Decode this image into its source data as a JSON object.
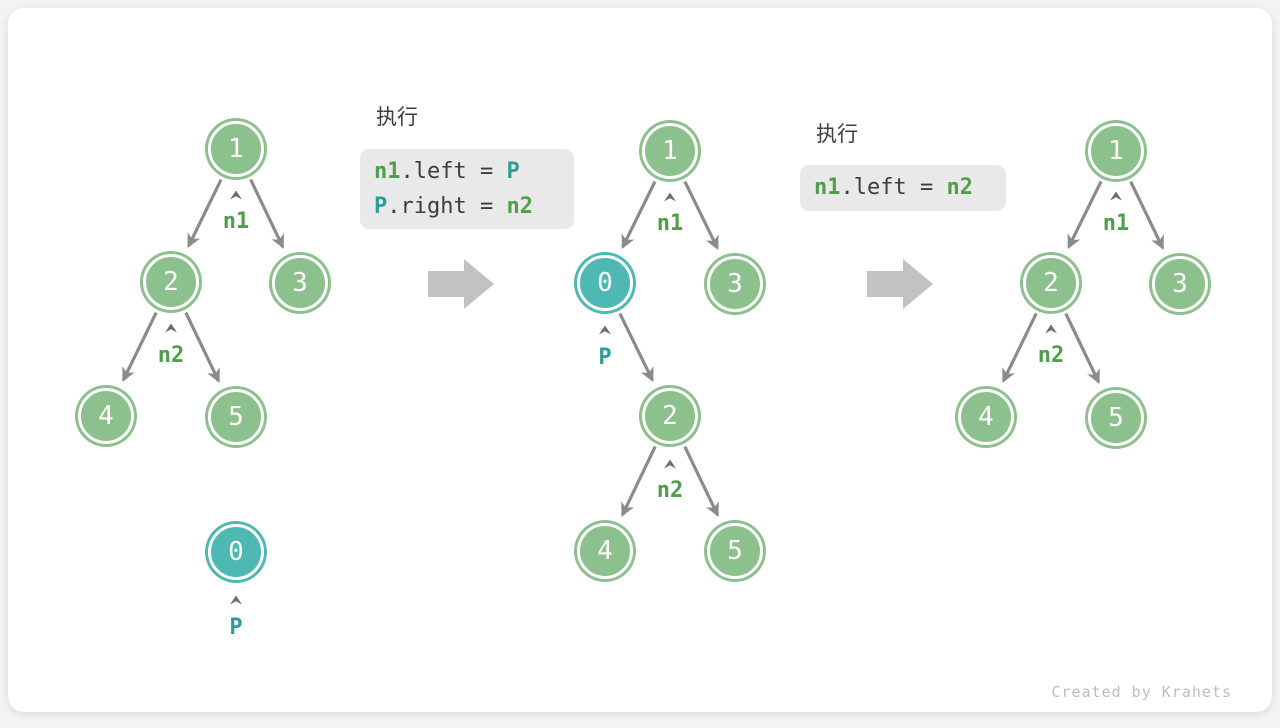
{
  "steps": [
    {
      "title": "执行",
      "code": [
        {
          "tokens": [
            {
              "text": "n1",
              "color": "green"
            },
            {
              "text": ".left = ",
              "color": "plain"
            },
            {
              "text": "P",
              "color": "teal"
            }
          ]
        },
        {
          "tokens": [
            {
              "text": "P",
              "color": "teal"
            },
            {
              "text": ".right = ",
              "color": "plain"
            },
            {
              "text": "n2",
              "color": "green"
            }
          ]
        }
      ]
    },
    {
      "title": "执行",
      "code": [
        {
          "tokens": [
            {
              "text": "n1",
              "color": "green"
            },
            {
              "text": ".left = ",
              "color": "plain"
            },
            {
              "text": "n2",
              "color": "green"
            }
          ]
        }
      ]
    }
  ],
  "trees": [
    {
      "nodes": [
        {
          "v": "1"
        },
        {
          "v": "2"
        },
        {
          "v": "3"
        },
        {
          "v": "4"
        },
        {
          "v": "5"
        },
        {
          "v": "0"
        }
      ],
      "pointers": [
        {
          "t": "n1"
        },
        {
          "t": "n2"
        },
        {
          "t": "P"
        }
      ]
    },
    {
      "nodes": [
        {
          "v": "1"
        },
        {
          "v": "0"
        },
        {
          "v": "3"
        },
        {
          "v": "2"
        },
        {
          "v": "4"
        },
        {
          "v": "5"
        }
      ],
      "pointers": [
        {
          "t": "n1"
        },
        {
          "t": "P"
        },
        {
          "t": "n2"
        }
      ]
    },
    {
      "nodes": [
        {
          "v": "1"
        },
        {
          "v": "2"
        },
        {
          "v": "3"
        },
        {
          "v": "4"
        },
        {
          "v": "5"
        }
      ],
      "pointers": [
        {
          "t": "n1"
        },
        {
          "t": "n2"
        }
      ]
    }
  ],
  "footer": {
    "credit": "Created by Krahets"
  },
  "colors": {
    "node_green": "#8cc08c",
    "node_teal": "#4eb8b3",
    "label_green": "#4f9e4c",
    "label_teal": "#2e9d99",
    "edge_gray": "#8b8b8b",
    "big_arrow_gray": "#c2c2c2",
    "code_background": "#e9e9e9",
    "code_text": "#3c3c3c"
  }
}
